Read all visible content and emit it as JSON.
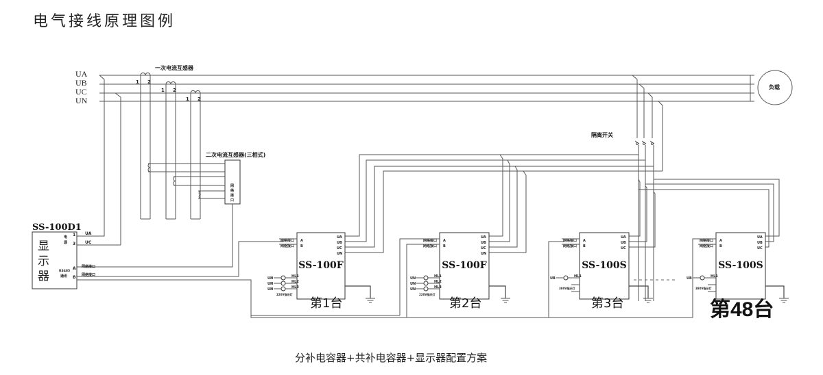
{
  "title": "电气接线原理图例",
  "caption": "分补电容器+共补电容器+显示器配置方案",
  "bus": {
    "phases": [
      "UA",
      "UB",
      "UC",
      "UN"
    ],
    "primary_ct_label": "一次电流互感器",
    "ct_terminals": [
      "1",
      "2"
    ],
    "load_label": "负载",
    "isolator_label": "隔离开关"
  },
  "secondary_ct": {
    "label": "二次电流互感器(三相式)",
    "port_chars": [
      "网",
      "络",
      "接",
      "口"
    ]
  },
  "display": {
    "model": "SS-100D1",
    "name_chars": [
      "显",
      "示",
      "器"
    ],
    "power_label": [
      "电",
      "源"
    ],
    "power_terminals": [
      "1",
      "3"
    ],
    "power_lines": [
      "UA",
      "UC"
    ],
    "comm_label": [
      "RS485",
      "通讯"
    ],
    "comm_terminals": [
      "A",
      "B"
    ],
    "comm_lines": [
      "网络接口",
      "网络接口"
    ]
  },
  "units": [
    {
      "model": "SS-100F",
      "label": "第1台",
      "net_ports": [
        "网络接口",
        "网络接口"
      ],
      "net_terminals": [
        "A",
        "B"
      ],
      "phase_terminals": [
        "UA",
        "UB",
        "UC",
        "UN"
      ],
      "indicators": [
        {
          "in": "UN",
          "out": "HL1"
        },
        {
          "in": "UN",
          "out": "HL2"
        },
        {
          "in": "UN",
          "out": "HL3"
        }
      ],
      "indicator_note": "220V指示灯"
    },
    {
      "model": "SS-100F",
      "label": "第2台",
      "net_ports": [
        "网络接口",
        "网络接口"
      ],
      "net_terminals": [
        "A",
        "B"
      ],
      "phase_terminals": [
        "UA",
        "UB",
        "UC",
        "UN"
      ],
      "indicators": [
        {
          "in": "UN",
          "out": "HL1"
        },
        {
          "in": "UN",
          "out": "HL2"
        },
        {
          "in": "UN",
          "out": "HL3"
        }
      ],
      "indicator_note": "220V指示灯"
    },
    {
      "model": "SS-100S",
      "label": "第3台",
      "net_ports": [
        "网络接口",
        "网络接口"
      ],
      "net_terminals": [
        "A",
        "B"
      ],
      "phase_terminals": [
        "UA",
        "UB",
        "UC"
      ],
      "indicators": [
        {
          "in": "UB",
          "out": "HL1"
        }
      ],
      "indicator_note": "380V指示灯"
    },
    {
      "model": "SS-100S",
      "label": "第48台",
      "net_ports": [
        "网络接口",
        "网络接口"
      ],
      "net_terminals": [
        "A",
        "B"
      ],
      "phase_terminals": [
        "UA",
        "UB",
        "UC"
      ],
      "indicators": [
        {
          "in": "UB",
          "out": "HL1"
        }
      ],
      "indicator_note": "380V指示灯"
    }
  ]
}
